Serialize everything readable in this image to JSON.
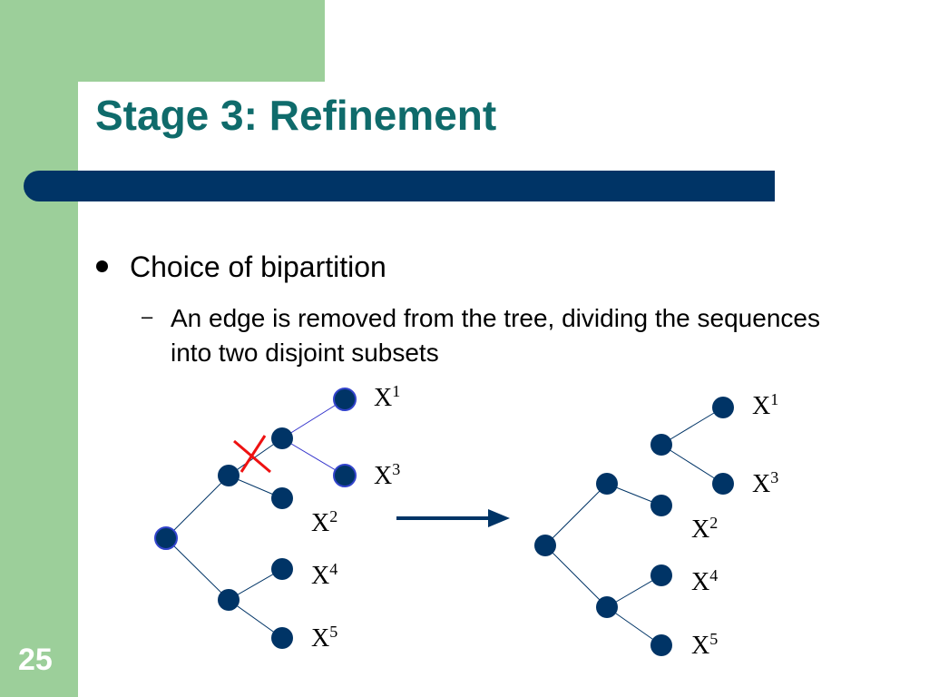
{
  "slide": {
    "title": "Stage 3: Refinement",
    "bullet": "Choice of bipartition",
    "sub_marker": "–",
    "sub_bullet": "An edge is removed from the tree, dividing the sequences into two disjoint subsets",
    "page_number": "25"
  },
  "colors": {
    "green": "#9ccf9a",
    "title": "#0f6b6b",
    "bar": "#003466",
    "node": "#003466",
    "cut": "#ee1111"
  },
  "diagram": {
    "before_labels": [
      {
        "base": "X",
        "sup": "1"
      },
      {
        "base": "X",
        "sup": "3"
      },
      {
        "base": "X",
        "sup": "2"
      },
      {
        "base": "X",
        "sup": "4"
      },
      {
        "base": "X",
        "sup": "5"
      }
    ],
    "after_labels": [
      {
        "base": "X",
        "sup": "1"
      },
      {
        "base": "X",
        "sup": "3"
      },
      {
        "base": "X",
        "sup": "2"
      },
      {
        "base": "X",
        "sup": "4"
      },
      {
        "base": "X",
        "sup": "5"
      }
    ],
    "removed_edge_icon": "x-cross-icon",
    "transition_icon": "arrow-right-icon"
  }
}
